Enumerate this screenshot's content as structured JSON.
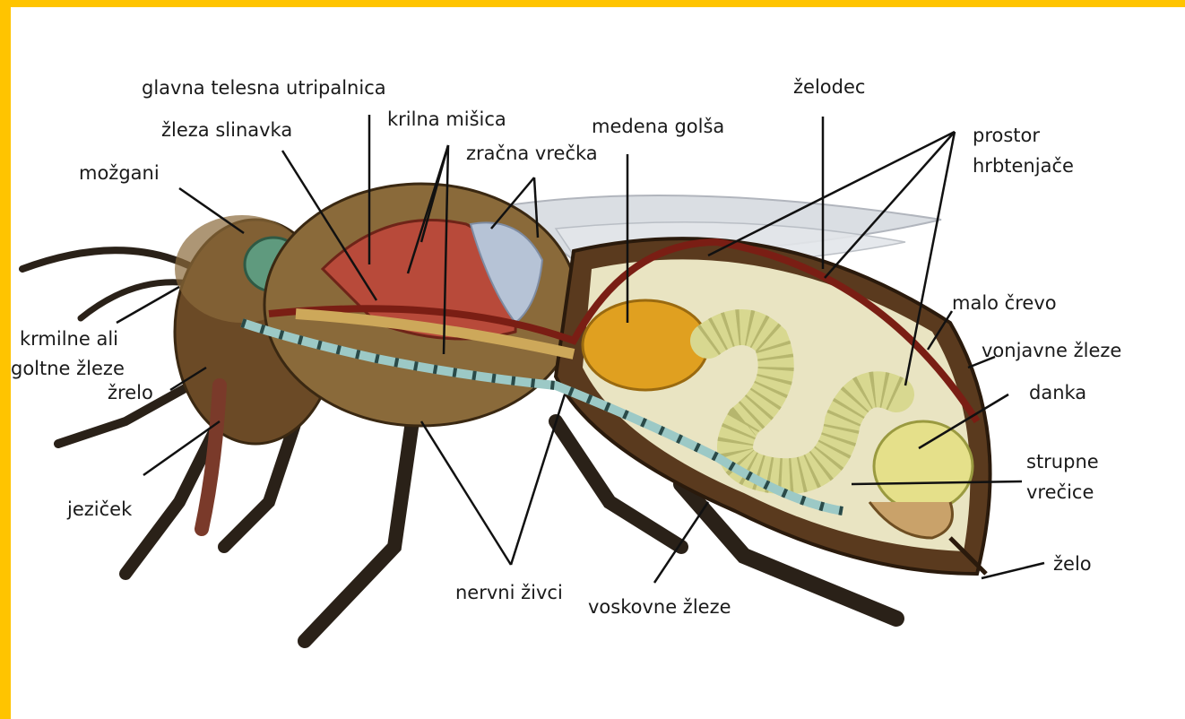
{
  "diagram": {
    "labels": {
      "glavna": "glavna telesna utripalnica",
      "zleza_slinavka": "žleza slinavka",
      "mozgani": "možgani",
      "krilna": "krilna mišica",
      "zracna": "zračna vrečka",
      "medena": "medena golša",
      "zelodec": "želodec",
      "prostor_1": "prostor",
      "prostor_2": "hrbtenjače",
      "malo": "malo črevo",
      "vonjavne": "vonjavne žleze",
      "danka": "danka",
      "strupne_1": "strupne",
      "strupne_2": "vrečice",
      "zelo": "želo",
      "krmilne_1": "krmilne ali",
      "krmilne_2": "goltne žleze",
      "zrelo": "žrelo",
      "jezicek": "jeziček",
      "nervni": "nervni živci",
      "voskovne": "voskovne žleze"
    }
  },
  "colors": {
    "frame": "#FFC400",
    "background": "#FFFFFF",
    "muscle": "#B84A3A",
    "honey": "#E0A020",
    "intestine": "#D8D890",
    "body_dark": "#2A2118",
    "hair": "#8A6A3A",
    "nerve": "#9CC9C6",
    "wing": "#D7DBE0"
  }
}
